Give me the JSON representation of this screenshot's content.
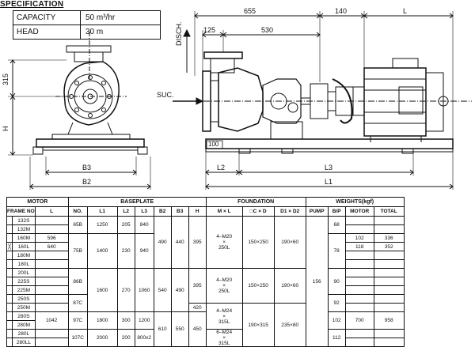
{
  "spec": {
    "title": "SPECIFICATION",
    "rows": [
      {
        "label": "CAPACITY",
        "value": "50  m³/hr"
      },
      {
        "label": "HEAD",
        "value": "30  m"
      }
    ]
  },
  "drawing": {
    "dims": {
      "d655": "655",
      "d140": "140",
      "dL": "L",
      "d125": "125",
      "d530": "530",
      "d315": "315",
      "dH": "H",
      "d100": "100",
      "dB3": "B3",
      "dB2": "B2",
      "dL2": "L2",
      "dL3": "L3",
      "dL1": "L1"
    },
    "disch": "DISCH.",
    "suc": "SUC."
  },
  "table": {
    "groups": {
      "motor": "MOTOR",
      "baseplate": "BASEPLATE",
      "foundation": "FOUNDATION",
      "weights": "WEIGHTS(kgf)"
    },
    "headers": {
      "frame": "FRAME NO",
      "l": "L",
      "no": "NO.",
      "l1": "L1",
      "l2": "L2",
      "l3": "L3",
      "b2": "B2",
      "b3": "B3",
      "h": "H",
      "mxl": "M × L",
      "cxd": "□C × D",
      "d1d2": "D1 × D2",
      "pump": "PUMP",
      "bp": "B/P",
      "motorw": "MOTOR",
      "total": "TOTAL"
    },
    "frames": [
      "132S",
      "132M",
      "160M",
      "160L",
      "180M",
      "180L",
      "200L",
      "225S",
      "225M",
      "250S",
      "250M",
      "280S",
      "280M",
      "280L",
      "280LL"
    ],
    "motorL": {
      "160M": "596",
      "160L": "640",
      "280S": "1042"
    },
    "selected_mark": "╳",
    "bp": {
      "no": [
        "65B",
        "75B",
        "86B",
        "87C",
        "97C",
        "107C"
      ],
      "l1": [
        "1250",
        "1400",
        "1600",
        "1800",
        "2000"
      ],
      "l2": [
        "205",
        "230",
        "270",
        "300",
        "200"
      ],
      "l3": [
        "840",
        "940",
        "1060",
        "1200",
        "800x2"
      ],
      "b2": [
        "490",
        "540",
        "610"
      ],
      "b3": [
        "440",
        "490",
        "550"
      ],
      "h": [
        "395",
        "420",
        "450"
      ]
    },
    "foundation": {
      "mxl1": [
        "4–M20",
        "×",
        "250L"
      ],
      "mxl2": [
        "4–M24",
        "×",
        "315L"
      ],
      "mxl3": [
        "6–M24",
        "×",
        "315L"
      ],
      "cxd1": "150×250",
      "cxd2": "190×315",
      "d1": "190×60",
      "d2": "235×80"
    },
    "weights": {
      "pump": "156",
      "bp": [
        "68",
        "78",
        "90",
        "92",
        "102",
        "112"
      ],
      "motor": [
        "102",
        "118",
        "700"
      ],
      "total": [
        "336",
        "352",
        "958"
      ]
    }
  }
}
